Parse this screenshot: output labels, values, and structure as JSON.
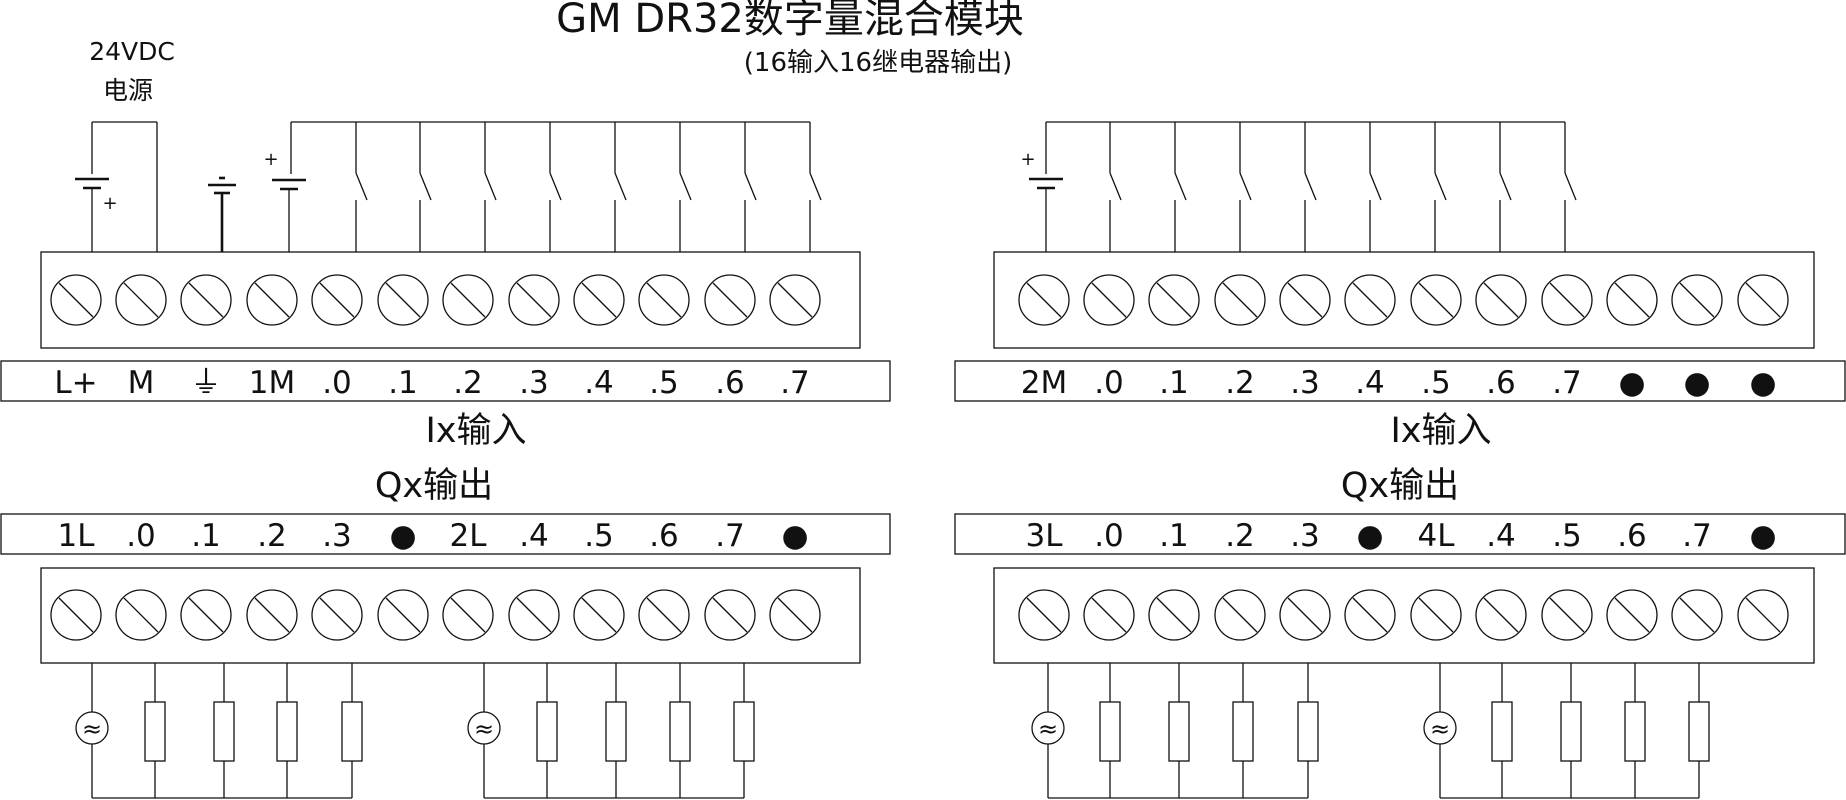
{
  "header": {
    "title": "GM DR32数字量混合模块",
    "subtitle": "(16输入16继电器输出)"
  },
  "power_supply": {
    "label_line1": "24VDC",
    "label_line2": "电源"
  },
  "symbols": {
    "plus": "+",
    "ground": "⏚",
    "dot": "●",
    "ac_source": "≈"
  },
  "input_modules": [
    {
      "section_label": "Ix输入",
      "terminals": [
        "L+",
        "M",
        "⏚",
        "1M",
        ".0",
        ".1",
        ".2",
        ".3",
        ".4",
        ".5",
        ".6",
        ".7"
      ]
    },
    {
      "section_label": "Ix输入",
      "terminals": [
        "2M",
        ".0",
        ".1",
        ".2",
        ".3",
        ".4",
        ".5",
        ".6",
        ".7",
        "●",
        "●",
        "●"
      ]
    }
  ],
  "output_modules": [
    {
      "section_label": "Qx输出",
      "terminals": [
        "1L",
        ".0",
        ".1",
        ".2",
        ".3",
        "●",
        "2L",
        ".4",
        ".5",
        ".6",
        ".7",
        "●"
      ]
    },
    {
      "section_label": "Qx输出",
      "terminals": [
        "3L",
        ".0",
        ".1",
        ".2",
        ".3",
        "●",
        "4L",
        ".4",
        ".5",
        ".6",
        ".7",
        "●"
      ]
    }
  ]
}
